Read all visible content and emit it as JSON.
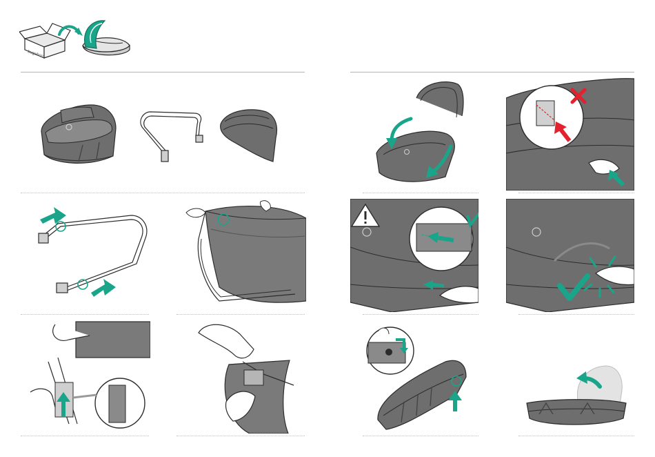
{
  "header": {
    "unbox_icon": "unbox-carrycot-icon",
    "box_text": "bugaboo"
  },
  "left_page": {
    "contents_row": {
      "items": [
        "carrycot",
        "handle-bar",
        "sun-canopy"
      ]
    },
    "steps": [
      {
        "id": "attach-handle-to-clips"
      },
      {
        "id": "insert-handle-into-fabric"
      },
      {
        "id": "press-handle-connector"
      },
      {
        "id": "close-handle-lock"
      }
    ]
  },
  "right_page": {
    "steps": [
      {
        "id": "place-canopy-on-carrycot"
      },
      {
        "id": "wrong-orientation-warning"
      },
      {
        "id": "slide-canopy-connector-in"
      },
      {
        "id": "canopy-clicked-in-place"
      },
      {
        "id": "push-button-release"
      },
      {
        "id": "fold-canopy-back"
      }
    ]
  },
  "colors": {
    "teal": "#1aa58a",
    "dark_gray": "#5a5a5a",
    "mid_gray": "#7b7b7b",
    "light_gray": "#d9d9d9",
    "outline": "#2b2b2b",
    "red": "#e2222e"
  }
}
